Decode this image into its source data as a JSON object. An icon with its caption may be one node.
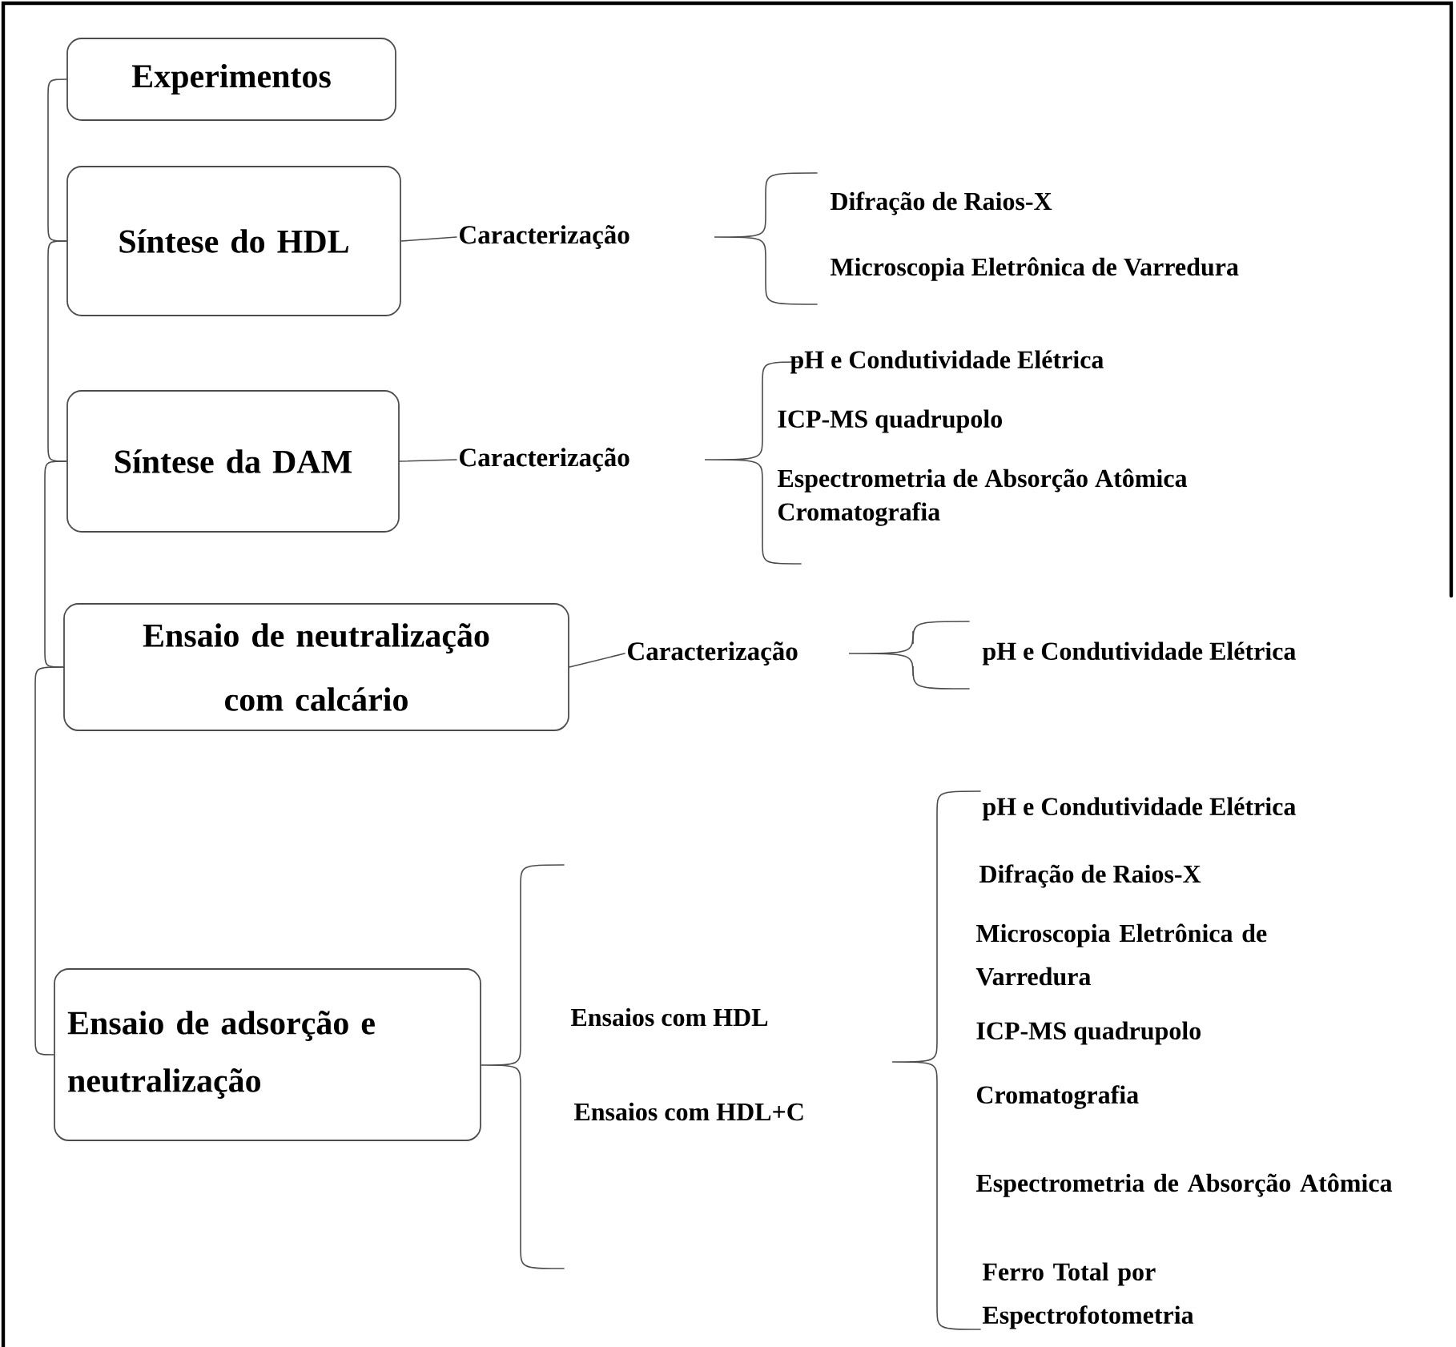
{
  "diagram": {
    "nodes": [
      {
        "text": [
          "Experimentos"
        ]
      },
      {
        "text": [
          "Síntese do HDL"
        ]
      },
      {
        "text": [
          "Síntese da DAM"
        ]
      },
      {
        "text": [
          "Ensaio de neutralização com calcário"
        ]
      },
      {
        "text": [
          "Ensaio de adsorção e neutralização"
        ]
      },
      {
        "text": [
          "Caracterização"
        ]
      },
      {
        "text": [
          "Caracterização"
        ]
      },
      {
        "text": [
          "Caracterização"
        ]
      }
    ],
    "edges": [
      {
        "from": 0,
        "to": 1,
        "arrow": "none"
      },
      {
        "from": 1,
        "to": 2,
        "arrow": "none"
      },
      {
        "from": 2,
        "to": 3,
        "arrow": "none"
      },
      {
        "from": 3,
        "to": 4,
        "arrow": "none"
      },
      {
        "from": 1,
        "to": 5,
        "arrow": "none"
      },
      {
        "from": 2,
        "to": 6,
        "arrow": "none"
      },
      {
        "from": 3,
        "to": 7,
        "arrow": "none"
      }
    ],
    "labels": [
      "Difração de Raios-X",
      "Microscopia Eletrônica de Varredura",
      "pH e Condutividade Elétrica",
      "ICP-MS quadrupolo",
      "Espectrometria de Absorção Atômica",
      "Cromatografia",
      "pH e Condutividade Elétrica",
      "Ensaios com HDL",
      "Ensaios com HDL+C",
      "pH e Condutividade Elétrica",
      "Difração de Raios-X",
      "Microscopia Eletrônica de Varredura",
      "ICP-MS quadrupolo",
      "Cromatografia",
      "Espectrometria de Absorção Atômica",
      "Ferro Total por Espectrofotometria"
    ]
  }
}
